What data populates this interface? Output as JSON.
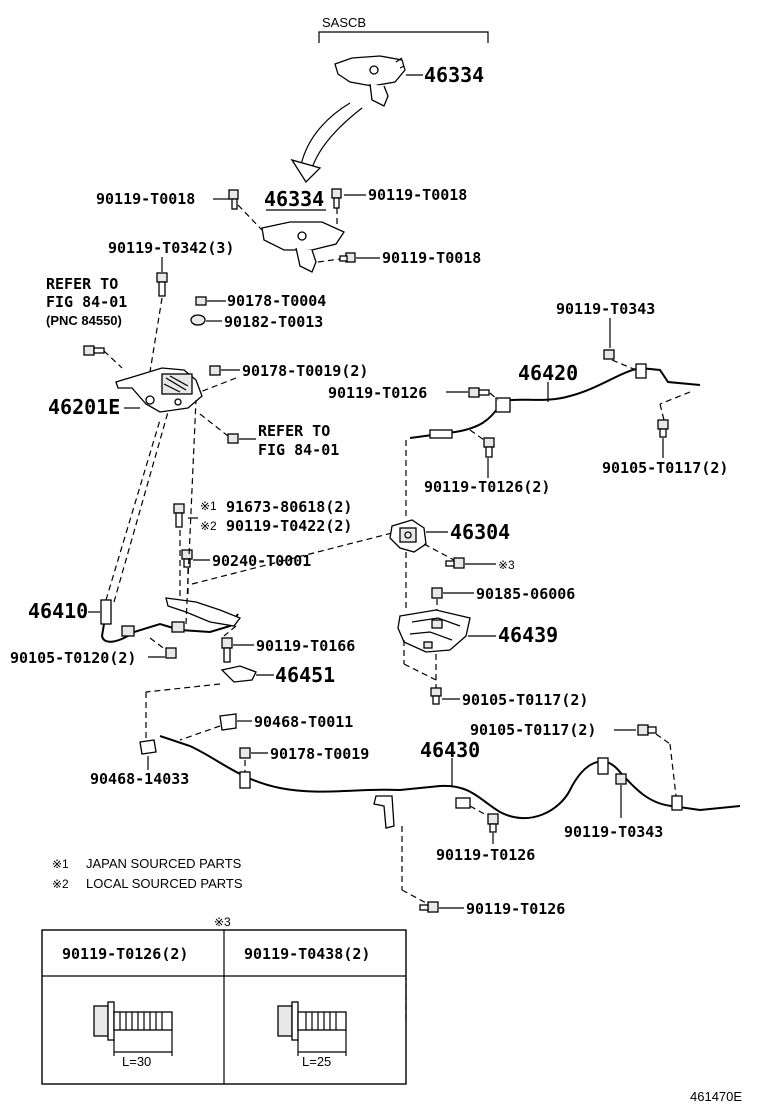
{
  "header": {
    "variant": "SASCB"
  },
  "labels": {
    "p46334_top": "46334",
    "p46334_mid": "46334",
    "b_t0018_a": "90119-T0018",
    "b_t0018_b": "90119-T0018",
    "b_t0018_c": "90119-T0018",
    "b_t0342": "90119-T0342(3)",
    "refer1_a": "REFER TO",
    "refer1_b": "FIG 84-01",
    "refer1_c": "(PNC 84550)",
    "n_t0004": "90178-T0004",
    "n_t0013": "90182-T0013",
    "n_t0019_2": "90178-T0019(2)",
    "p46201e": "46201E",
    "refer2_a": "REFER TO",
    "refer2_b": "FIG 84-01",
    "b_t0343_a": "90119-T0343",
    "p46420": "46420",
    "b_t0126_a": "90119-T0126",
    "b_t0126_2": "90119-T0126(2)",
    "c_t0117_2a": "90105-T0117(2)",
    "mark1": "※1",
    "mark2": "※2",
    "b_80618": "91673-80618(2)",
    "b_t0422": "90119-T0422(2)",
    "p46304": "46304",
    "mark3": "※3",
    "b_t0001": "90240-T0001",
    "n_06006": "90185-06006",
    "p46410": "46410",
    "p46439": "46439",
    "c_t0120": "90105-T0120(2)",
    "b_t0166": "90119-T0166",
    "p46451": "46451",
    "c_t0117_2b": "90105-T0117(2)",
    "cl_t0011": "90468-T0011",
    "c_t0117_2c": "90105-T0117(2)",
    "n_t0019": "90178-T0019",
    "p46430": "46430",
    "cl_14033": "90468-14033",
    "b_t0343_b": "90119-T0343",
    "b_t0126_b": "90119-T0126",
    "b_t0126_c": "90119-T0126"
  },
  "notes": {
    "n1_mark": "※1",
    "n1_text": "JAPAN SOURCED PARTS",
    "n2_mark": "※2",
    "n2_text": "LOCAL SOURCED PARTS"
  },
  "inset": {
    "mark": "※3",
    "col1_part": "90119-T0126(2)",
    "col2_part": "90119-T0438(2)",
    "col1_len": "L=30",
    "col2_len": "L=25"
  },
  "figure_id": "461470E"
}
